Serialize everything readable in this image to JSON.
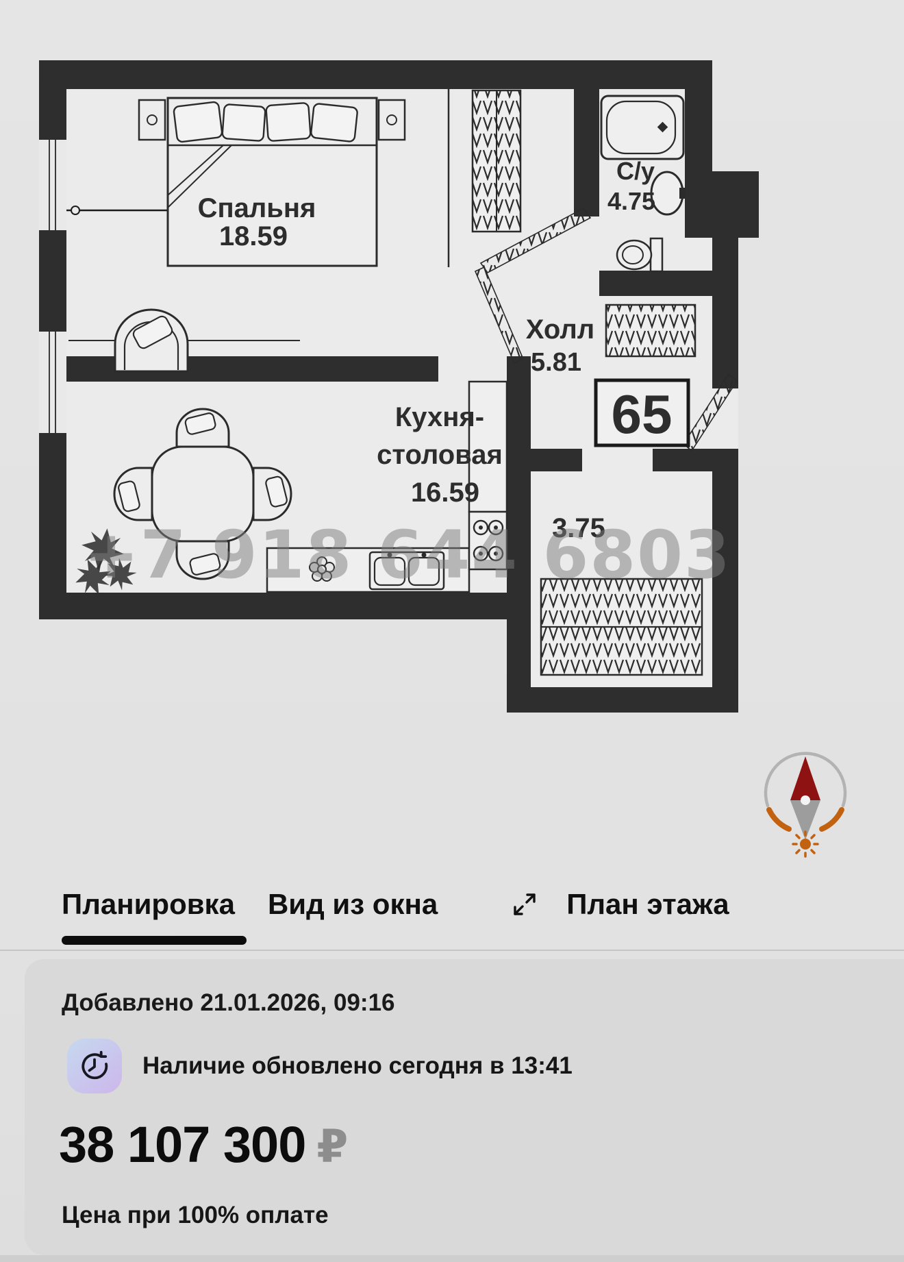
{
  "plan": {
    "watermark": "+7 918 644 6803",
    "apartment_number": "65",
    "rooms": {
      "bedroom": {
        "name": "Спальня",
        "area": "18.59"
      },
      "kitchen": {
        "name1": "Кухня-",
        "name2": "столовая",
        "area": "16.59"
      },
      "bathroom": {
        "name": "С/у",
        "area": "4.75"
      },
      "hall": {
        "name": "Холл",
        "area": "5.81"
      },
      "corridor": {
        "area": "3.75"
      }
    }
  },
  "tabs": {
    "layout": "Планировка",
    "window_view": "Вид из окна",
    "floor_plan": "План этажа"
  },
  "listing": {
    "added": "Добавлено 21.01.2026, 09:16",
    "availability": "Наличие обновлено сегодня в 13:41",
    "price": "38 107 300",
    "currency": "₽",
    "price_note": "Цена при 100% оплате"
  },
  "colors": {
    "page_bg": "#e3e3e3",
    "card_bg": "#d9d9d9",
    "walls": "#2e2e2e",
    "active_tab_underline": "#0d0d0d",
    "currency_gray": "#8d8d8d",
    "compass_orange": "#c2610f",
    "compass_red": "#8f1212",
    "icon_gradient_start": "#c6d7ef",
    "icon_gradient_end": "#ccbaec"
  }
}
